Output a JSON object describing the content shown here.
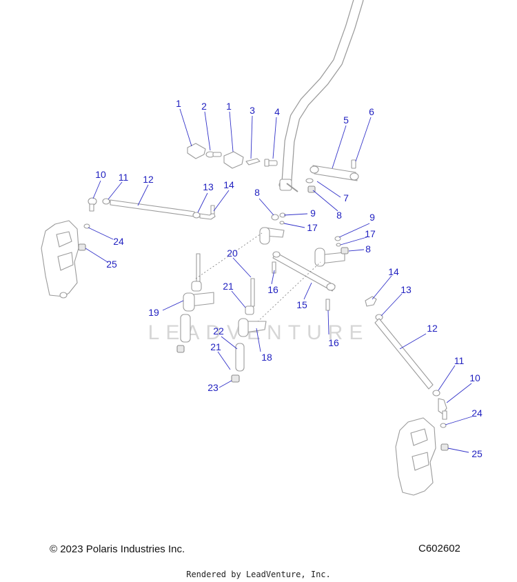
{
  "footer": {
    "copyright": "© 2023 Polaris Industries Inc.",
    "diagram_code": "C602602",
    "rendered_by": "Rendered by LeadVenture, Inc."
  },
  "watermark": "LEADVENTURE",
  "callouts": [
    {
      "id": "c1a",
      "label": "1"
    },
    {
      "id": "c2",
      "label": "2"
    },
    {
      "id": "c1b",
      "label": "1"
    },
    {
      "id": "c3",
      "label": "3"
    },
    {
      "id": "c4",
      "label": "4"
    },
    {
      "id": "c5",
      "label": "5"
    },
    {
      "id": "c6",
      "label": "6"
    },
    {
      "id": "c7",
      "label": "7"
    },
    {
      "id": "c8a",
      "label": "8"
    },
    {
      "id": "c8b",
      "label": "8"
    },
    {
      "id": "c8c",
      "label": "8"
    },
    {
      "id": "c9a",
      "label": "9"
    },
    {
      "id": "c9b",
      "label": "9"
    },
    {
      "id": "c10a",
      "label": "10"
    },
    {
      "id": "c10b",
      "label": "10"
    },
    {
      "id": "c11a",
      "label": "11"
    },
    {
      "id": "c11b",
      "label": "11"
    },
    {
      "id": "c12a",
      "label": "12"
    },
    {
      "id": "c12b",
      "label": "12"
    },
    {
      "id": "c13a",
      "label": "13"
    },
    {
      "id": "c13b",
      "label": "13"
    },
    {
      "id": "c14a",
      "label": "14"
    },
    {
      "id": "c14b",
      "label": "14"
    },
    {
      "id": "c15",
      "label": "15"
    },
    {
      "id": "c16a",
      "label": "16"
    },
    {
      "id": "c16b",
      "label": "16"
    },
    {
      "id": "c17a",
      "label": "17"
    },
    {
      "id": "c17b",
      "label": "17"
    },
    {
      "id": "c18",
      "label": "18"
    },
    {
      "id": "c19",
      "label": "19"
    },
    {
      "id": "c20",
      "label": "20"
    },
    {
      "id": "c21a",
      "label": "21"
    },
    {
      "id": "c21b",
      "label": "21"
    },
    {
      "id": "c22",
      "label": "22"
    },
    {
      "id": "c23",
      "label": "23"
    },
    {
      "id": "c24a",
      "label": "24"
    },
    {
      "id": "c24b",
      "label": "24"
    },
    {
      "id": "c25a",
      "label": "25"
    },
    {
      "id": "c25b",
      "label": "25"
    }
  ]
}
